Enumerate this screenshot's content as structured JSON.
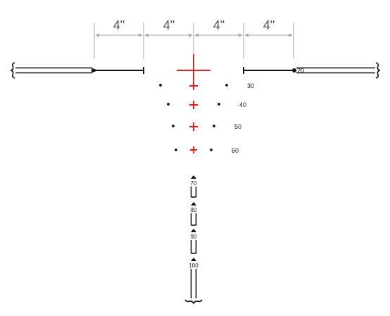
{
  "colors": {
    "background": "#ffffff",
    "reticle_line": "#111111",
    "crosshair": "#e02424",
    "dimension": "#a6a6a6",
    "dimension_text": "#555555"
  },
  "spacing_labels": [
    "4\"",
    "4\"",
    "4\"",
    "4\""
  ],
  "right_post_label": "20",
  "range_rows": [
    {
      "label": "30"
    },
    {
      "label": "40"
    },
    {
      "label": "50"
    },
    {
      "label": "60"
    }
  ],
  "bottom_marks": [
    {
      "label": "70"
    },
    {
      "label": "80"
    },
    {
      "label": "90"
    },
    {
      "label": "100"
    }
  ]
}
